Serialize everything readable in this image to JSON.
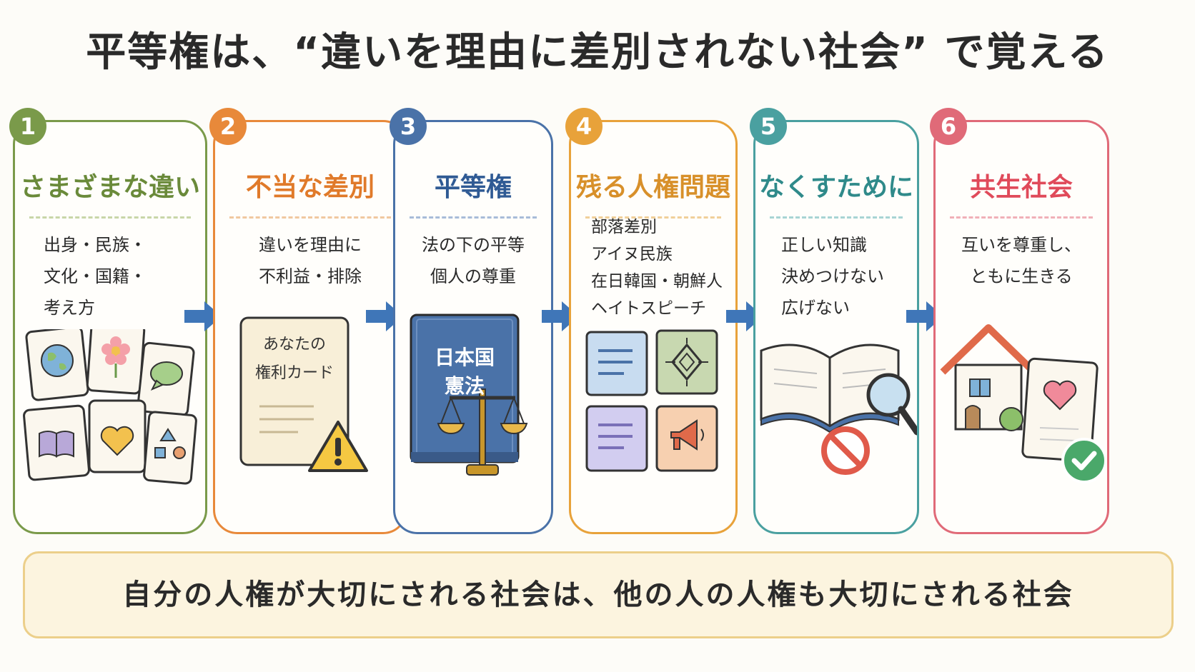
{
  "title": "平等権は、“違いを理由に差別されない社会” で覚える",
  "colors": {
    "step1": "#7a9a4a",
    "step2": "#e8893a",
    "step3": "#4a72a8",
    "step4": "#e8a23a",
    "step5": "#4aa0a0",
    "step6": "#e06a78",
    "arrow": "#3f76b8"
  },
  "steps": [
    {
      "number": "1",
      "title": "さまざまな違い",
      "lines": [
        "出身・民族・",
        "文化・国籍・",
        "考え方"
      ]
    },
    {
      "number": "2",
      "title": "不当な差別",
      "lines": [
        "違いを理由に",
        "不利益・排除"
      ],
      "card_lines": [
        "あなたの",
        "権利カード"
      ]
    },
    {
      "number": "3",
      "title": "平等権",
      "lines": [
        "法の下の平等",
        "個人の尊重"
      ],
      "book_lines": [
        "日本国",
        "憲法"
      ]
    },
    {
      "number": "4",
      "title": "残る人権問題",
      "lines": [
        "部落差別",
        "アイヌ民族",
        "在日韓国・朝鮮人",
        "ヘイトスピーチ"
      ]
    },
    {
      "number": "5",
      "title": "なくすために",
      "lines": [
        "正しい知識",
        "決めつけない",
        "広げない"
      ]
    },
    {
      "number": "6",
      "title": "共生社会",
      "lines": [
        "互いを尊重し、",
        "ともに生きる"
      ]
    }
  ],
  "icons": {
    "step1": [
      "globe-icon",
      "flower-icon",
      "chat-bubble-icon",
      "book-icon",
      "heart-icon",
      "shapes-icon"
    ],
    "step2": [
      "document-card-icon",
      "warning-icon"
    ],
    "step3": [
      "constitution-book-icon",
      "scales-icon"
    ],
    "step4": [
      "document-icon",
      "ainu-pattern-icon",
      "document-icon",
      "megaphone-icon"
    ],
    "step5": [
      "open-book-icon",
      "magnifier-icon",
      "prohibited-icon"
    ],
    "step6": [
      "house-icon",
      "heart-card-icon",
      "checkmark-icon"
    ]
  },
  "summary": "自分の人権が大切にされる社会は、他の人の人権も大切にされる社会"
}
